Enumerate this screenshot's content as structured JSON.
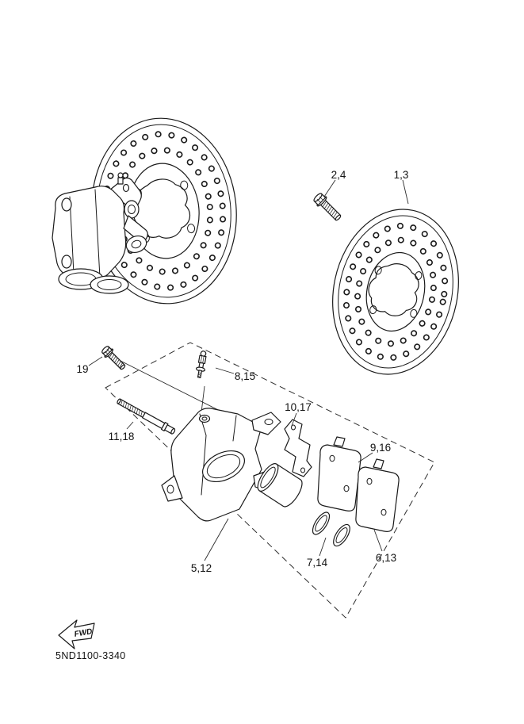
{
  "page": {
    "background": "#ffffff",
    "ink": "#1a1a1a"
  },
  "diagram": {
    "code": "5ND1100-3340",
    "fwd": "FWD",
    "callouts": {
      "disc": "1,3",
      "disc_bolt": "2,4",
      "caliper_assembly": "5,12",
      "brake_pad_outer": "6,13",
      "piston_seal_set": "7,14",
      "bleed_screw": "8,15",
      "brake_pad_inner": "9,16",
      "pad_support": "10,17",
      "pad_pin": "11,18",
      "caliper_bolt": "19"
    }
  }
}
